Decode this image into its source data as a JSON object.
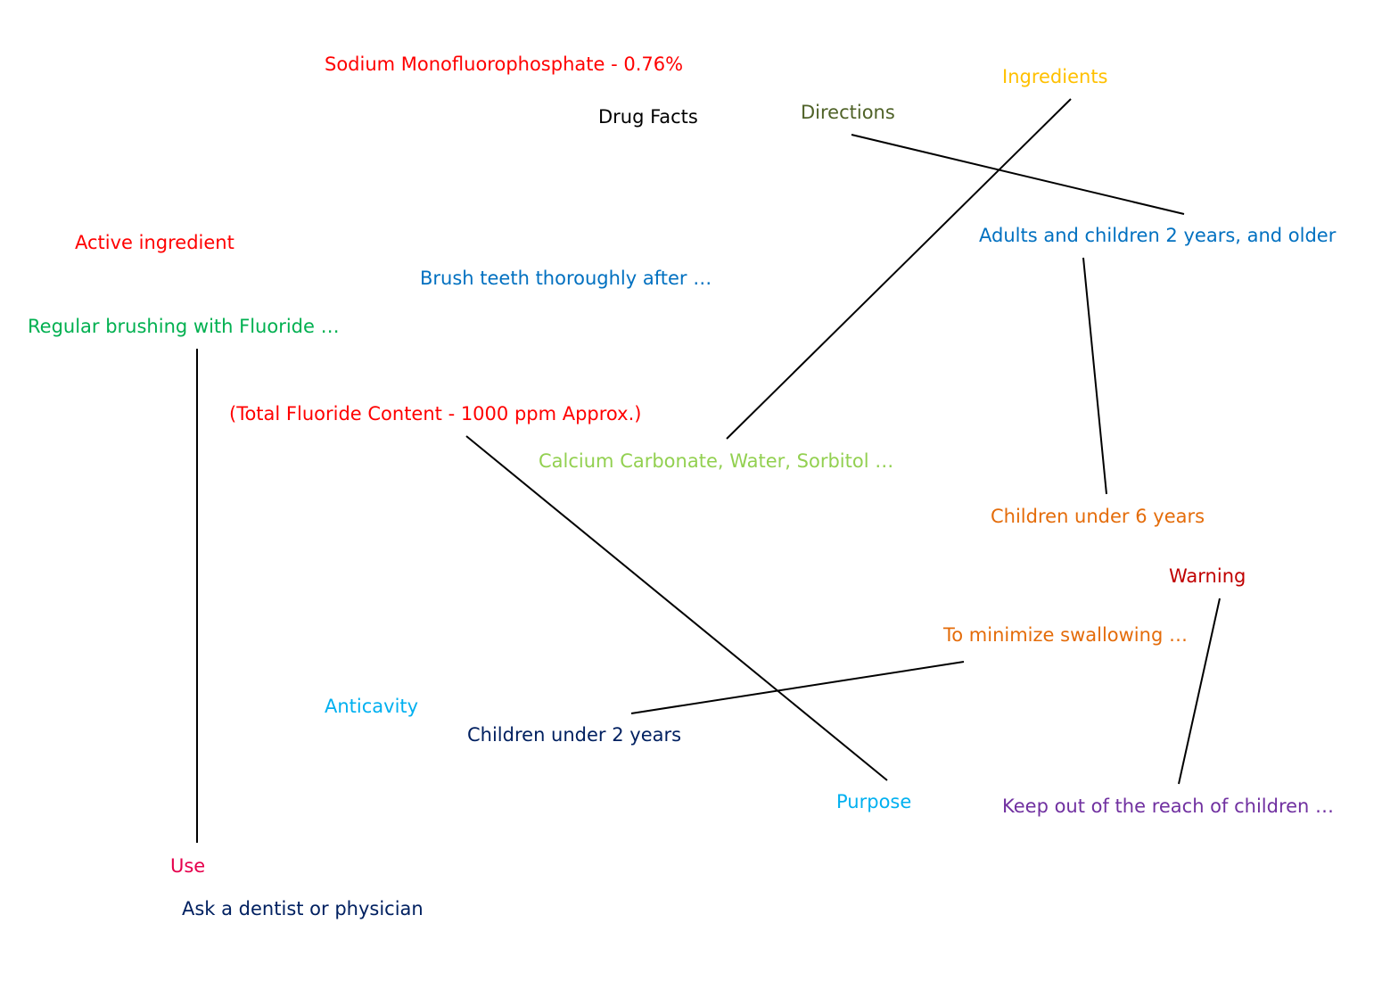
{
  "diagram": {
    "nodes": [
      {
        "id": "sodium",
        "text": "Sodium Monofluorophosphate - 0.76%",
        "color": "#ff0000"
      },
      {
        "id": "drug_facts",
        "text": "Drug Facts",
        "color": "#000000"
      },
      {
        "id": "directions",
        "text": "Directions",
        "color": "#4f6228"
      },
      {
        "id": "ingredients",
        "text": "Ingredients",
        "color": "#ffc000"
      },
      {
        "id": "active_ingredient",
        "text": "Active ingredient",
        "color": "#ff0000"
      },
      {
        "id": "adults",
        "text": "Adults and children 2 years, and older",
        "color": "#0070c0"
      },
      {
        "id": "brush",
        "text": "Brush teeth thoroughly after …",
        "color": "#0070c0"
      },
      {
        "id": "regular",
        "text": "Regular brushing with Fluoride …",
        "color": "#00b050"
      },
      {
        "id": "total_fluoride",
        "text": "(Total Fluoride Content - 1000 ppm Approx.)",
        "color": "#ff0000"
      },
      {
        "id": "calcium",
        "text": "Calcium Carbonate, Water, Sorbitol …",
        "color": "#92d050"
      },
      {
        "id": "children6",
        "text": "Children under 6 years",
        "color": "#e46c0a"
      },
      {
        "id": "warning",
        "text": "Warning",
        "color": "#c00000"
      },
      {
        "id": "minimize",
        "text": "To minimize swallowing …",
        "color": "#e46c0a"
      },
      {
        "id": "anticavity",
        "text": "Anticavity",
        "color": "#00b0f0"
      },
      {
        "id": "children2",
        "text": "Children under 2 years",
        "color": "#002060"
      },
      {
        "id": "purpose",
        "text": "Purpose",
        "color": "#00b0f0"
      },
      {
        "id": "keep_out",
        "text": "Keep out of the reach of children …",
        "color": "#7030a0"
      },
      {
        "id": "use",
        "text": "Use",
        "color": "#e6004c"
      },
      {
        "id": "ask",
        "text": "Ask a dentist or physician",
        "color": "#002060"
      }
    ]
  }
}
